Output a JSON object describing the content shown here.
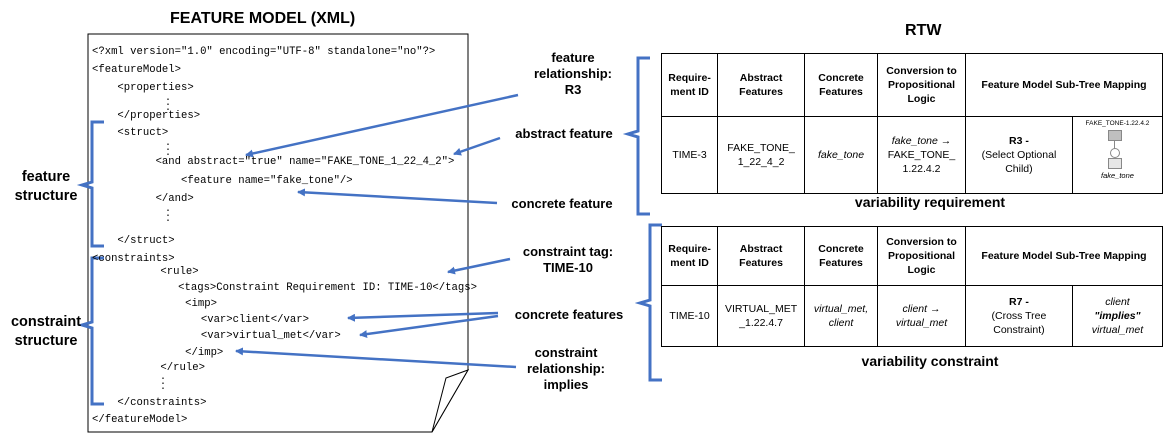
{
  "left_title": "FEATURE MODEL (XML)",
  "xml_lines": [
    "<?xml version=\"1.0\" encoding=\"UTF-8\" standalone=\"no\"?>",
    "<featureModel>",
    "    <properties>",
    "    </properties>",
    "    <struct>",
    "          <and abstract=\"true\" name=\"FAKE_TONE_1_22_4_2\">",
    "              <feature name=\"fake_tone\"/>",
    "          </and>",
    "    </struct>",
    "<constraints>",
    "    <rule>",
    "      <tags>Constraint Requirement ID: TIME-10</tags>",
    "      <imp>",
    "        <var>client</var>",
    "        <var>virtual_met</var>",
    "      </imp>",
    "    </rule>",
    "    </constraints>",
    "</featureModel>"
  ],
  "side_labels": {
    "feature_structure": [
      "feature",
      "structure"
    ],
    "constraint_structure": [
      "constraint",
      "structure"
    ]
  },
  "annotations": {
    "feature_relationship": [
      "feature",
      "relationship:",
      "R3"
    ],
    "abstract_feature": "abstract feature",
    "concrete_feature": "concrete feature",
    "constraint_tag": [
      "constraint tag:",
      "TIME-10"
    ],
    "concrete_features": "concrete features",
    "constraint_relationship": [
      "constraint",
      "relationship:",
      "implies"
    ]
  },
  "right_title": "RTW",
  "table_headers": {
    "req_id": "Require-ment ID",
    "abstract": "Abstract Features",
    "concrete": "Concrete Features",
    "conversion": "Conversion to Propositional Logic",
    "mapping": "Feature Model Sub-Tree Mapping"
  },
  "row1": {
    "req_id": "TIME-3",
    "abstract": "FAKE_TONE_ 1_22_4_2",
    "concrete": "fake_tone",
    "conv_it": "fake_tone",
    "conv_arrow": " →",
    "conv_rest": "FAKE_TONE_ 1.22.4.2",
    "rel_bold": "R3 -",
    "rel_text": "(Select Optional Child)",
    "tree_root": "FAKE_TONE-1.22.4.2",
    "tree_child": "fake_tone"
  },
  "row2": {
    "req_id": "TIME-10",
    "abstract": "VIRTUAL_MET _1.22.4.7",
    "concrete": "virtual_met, client",
    "conv_a": "client",
    "conv_arrow": " →",
    "conv_b": "virtual_met",
    "rel_bold": "R7 -",
    "rel_text": "(Cross Tree Constraint)",
    "expr_a": "client",
    "expr_op": "\"implies\"",
    "expr_b": "virtual_met"
  },
  "captions": {
    "variability_requirement": "variability requirement",
    "variability_constraint": "variability constraint"
  },
  "colors": {
    "arrow": "#4472C4",
    "bracket": "#4472C4"
  }
}
